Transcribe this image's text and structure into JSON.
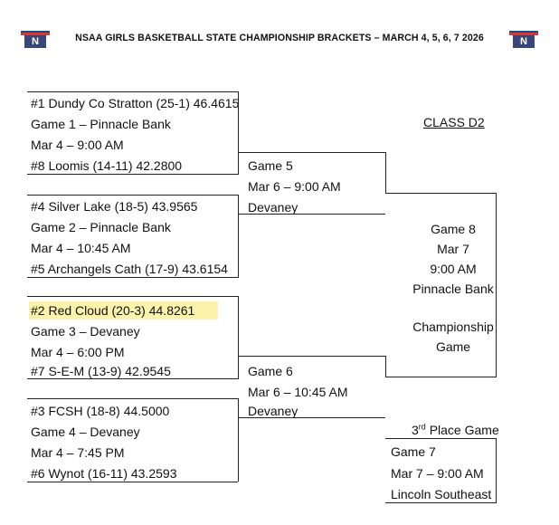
{
  "header": {
    "title": "NSAA GIRLS BASKETBALL STATE CHAMPIONSHIP BRACKETS – MARCH 4, 5, 6, 7 2026",
    "logo_colors": {
      "primary": "#e2342a",
      "secondary": "#1a4a8a"
    }
  },
  "class_label": "CLASS D2",
  "first_round": [
    {
      "seed_top": "#1 Dundy Co Stratton (25-1) 46.4615",
      "game": "Game 1 – Pinnacle Bank",
      "time": "Mar 4 – 9:00 AM",
      "seed_bottom": "#8 Loomis (14-11) 42.2800"
    },
    {
      "seed_top": "#4 Silver Lake (18-5) 43.9565",
      "game": "Game 2 – Pinnacle Bank",
      "time": "Mar 4 – 10:45 AM",
      "seed_bottom": "#5 Archangels Cath (17-9) 43.6154"
    },
    {
      "seed_top": "#2 Red Cloud (20-3) 44.8261",
      "game": "Game 3 – Devaney",
      "time": "Mar 4 – 6:00 PM",
      "seed_bottom": "#7 S-E-M (13-9) 42.9545"
    },
    {
      "seed_top": "#3 FCSH (18-8) 44.5000",
      "game": "Game 4 – Devaney",
      "time": "Mar 4 – 7:45 PM",
      "seed_bottom": "#6 Wynot (16-11) 43.2593"
    }
  ],
  "semifinals": [
    {
      "game": "Game 5",
      "time": "Mar 6 – 9:00 AM",
      "venue": "Devaney"
    },
    {
      "game": "Game 6",
      "time": "Mar 6 – 10:45 AM",
      "venue": "Devaney"
    }
  ],
  "final": {
    "game": "Game 8",
    "date": "Mar 7",
    "time": "9:00 AM",
    "venue": "Pinnacle Bank",
    "label_line1": "Championship",
    "label_line2": "Game"
  },
  "third_place": {
    "title_ordinal": "3",
    "title_suffix": "rd",
    "title_rest": " Place Game",
    "game": "Game 7",
    "time": "Mar 7 – 9:00 AM",
    "venue": "Lincoln Southeast"
  }
}
